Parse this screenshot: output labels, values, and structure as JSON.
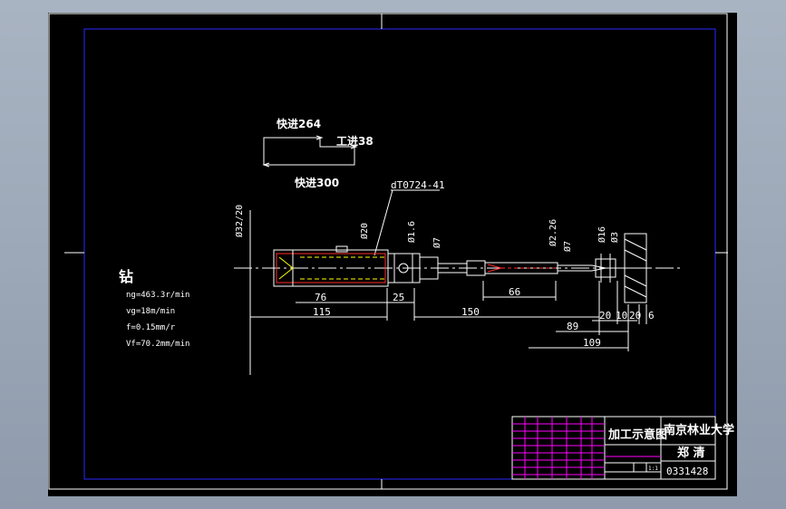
{
  "drawing": {
    "feed_fast1": "快进264",
    "feed_work": "工进38",
    "feed_fast2": "快进300",
    "part_code": "dT0724-41",
    "process": "钻",
    "params": [
      "ng=463.3r/min",
      "vg=18m/min",
      "f=0.15mm/r",
      "Vf=70.2mm/min"
    ],
    "diameters": [
      "Ø32/20",
      "Ø20",
      "Ø1.6",
      "Ø7",
      "Ø2.26",
      "Ø7",
      "Ø16",
      "Ø3"
    ],
    "dims": {
      "d115": "115",
      "d76": "76",
      "d25": "25",
      "d150": "150",
      "d66": "66",
      "d89": "89",
      "d109": "109",
      "d20a": "20",
      "d10": "10",
      "d20b": "20",
      "d6": "6"
    }
  },
  "title_block": {
    "drawing_name": "加工示意图",
    "university": "南京林业大学",
    "author": "郑 清",
    "number": "0331428",
    "scale": "1:1"
  }
}
